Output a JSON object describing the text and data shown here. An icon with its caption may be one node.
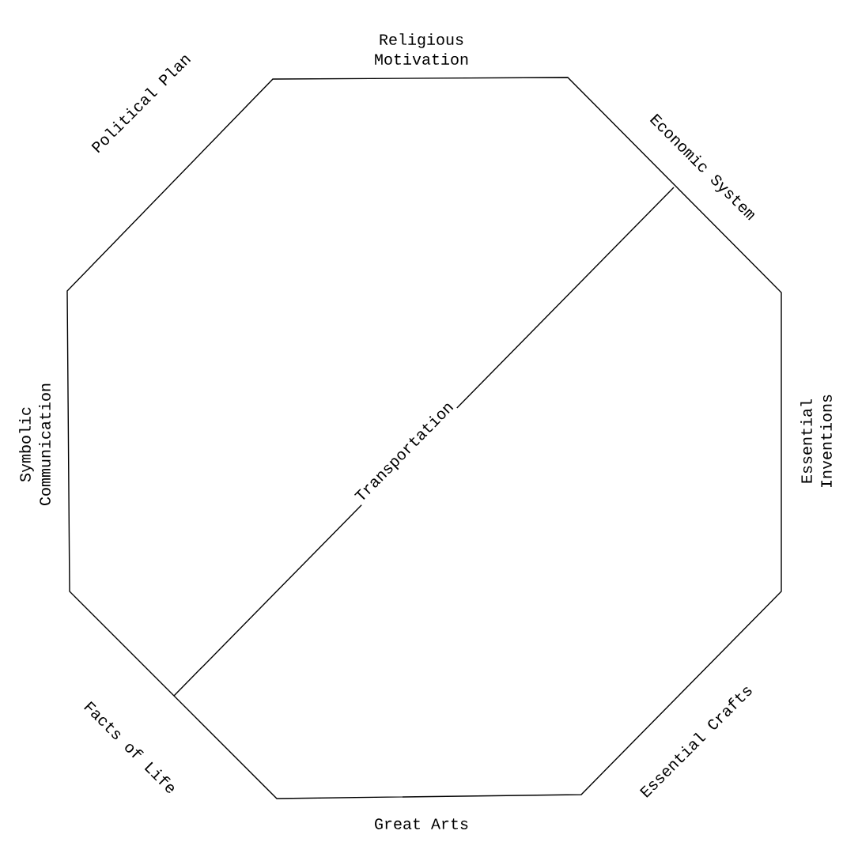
{
  "diagram": {
    "labels": [
      "Religious Motivation",
      "Political Plan",
      "Economic System",
      "Symbolic Communication",
      "Transportation",
      "Essential Inventions",
      "Facts of Life",
      "Essential Crafts",
      "Great Arts"
    ]
  }
}
